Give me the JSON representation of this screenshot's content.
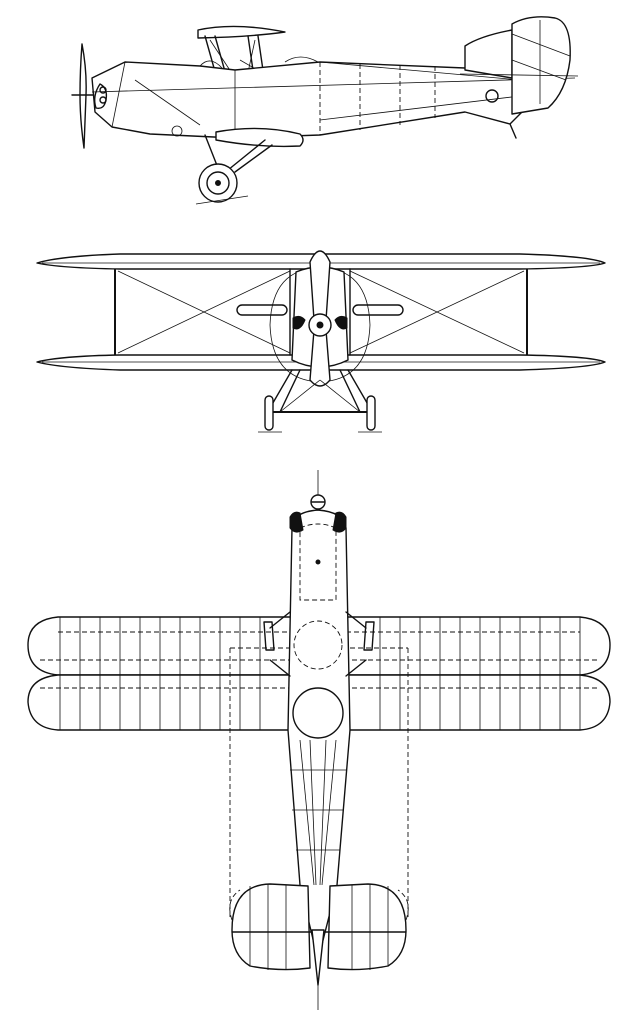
{
  "drawing": {
    "views": [
      {
        "id": "side"
      },
      {
        "id": "front"
      },
      {
        "id": "top"
      }
    ],
    "colors": {
      "line": "#111111",
      "background": "#ffffff"
    }
  }
}
